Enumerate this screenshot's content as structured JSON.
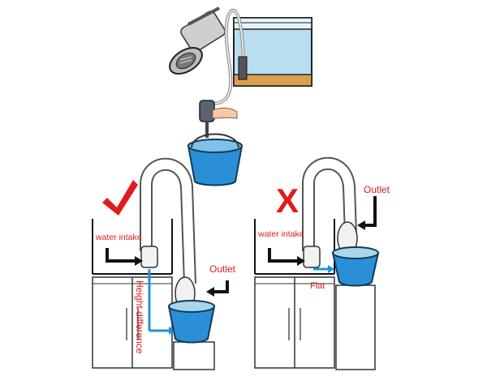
{
  "left_panel": {
    "verdict_symbol": "✔",
    "water_intake_label": "water intake",
    "height_label": "Height difference",
    "outlet_label": "Outlet"
  },
  "right_panel": {
    "verdict_symbol": "X",
    "water_intake_label": "water intake",
    "outlet_label": "Outlet",
    "flat_label": "Flat"
  },
  "colors": {
    "label_red": "#e01b1b",
    "arrow_blue": "#1e90e0",
    "bucket_blue": "#2a8fd6",
    "water_blue": "#a9d6ea",
    "sand": "#d9a04e"
  }
}
